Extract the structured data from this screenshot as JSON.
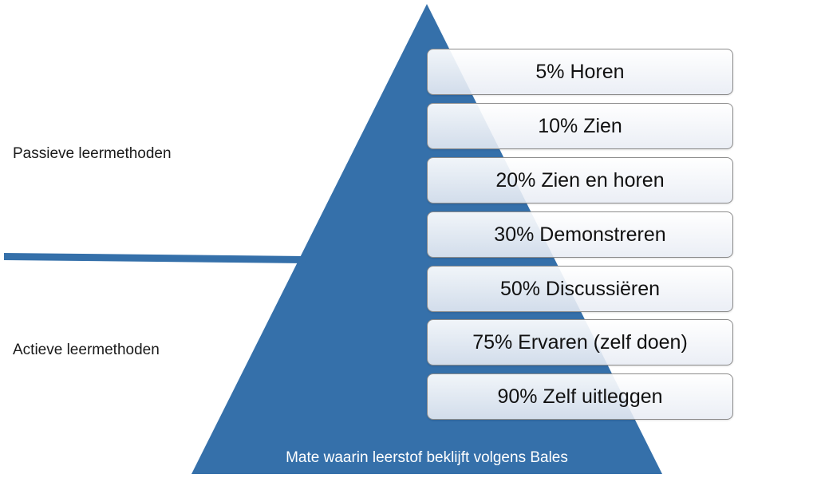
{
  "left_labels": {
    "passive": "Passieve leermethoden",
    "active": "Actieve leermethoden"
  },
  "levels": [
    "5% Horen",
    "10% Zien",
    "20% Zien en horen",
    "30% Demonstreren",
    "50% Discussiëren",
    "75% Ervaren (zelf doen)",
    "90% Zelf uitleggen"
  ],
  "caption": "Mate waarin leerstof beklijft volgens Bales",
  "colors": {
    "pyramid": "#3570aa",
    "divider": "#3570aa",
    "box_border": "#8c8c8c",
    "caption_text": "#ffffff"
  }
}
